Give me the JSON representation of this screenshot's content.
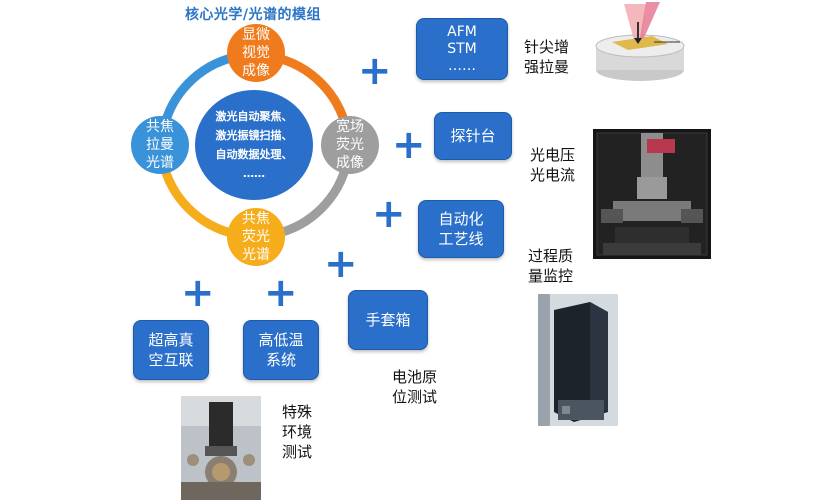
{
  "title": "核心光学/光谱的模组",
  "ring": {
    "colors": {
      "blue": "#3a93d8",
      "orange": "#ef7b1c",
      "gray": "#9e9e9e",
      "yellow": "#f6ad1c"
    },
    "top": "显微\n视觉\n成像",
    "right": "宽场\n荧光\n成像",
    "bottom": "共焦\n荧光\n光谱",
    "left": "共焦\n拉曼\n光谱",
    "center": "激光自动聚焦、\n激光振镜扫描、\n自动数据处理、\n……"
  },
  "boxes": {
    "afm": "AFM\nSTM\n……",
    "probe": "探针台",
    "automation": "自动化\n工艺线",
    "glovebox": "手套箱",
    "uhv": "超高真\n空互联",
    "temp": "高低温\n系统"
  },
  "labels": {
    "tip_enhanced": "针尖增\n强拉曼",
    "photovoltage": "光电压\n光电流",
    "process_monitor": "过程质\n量监控",
    "battery": "电池原\n位测试",
    "special_env": "特殊\n环境\n测试"
  },
  "plus_sign": "+"
}
